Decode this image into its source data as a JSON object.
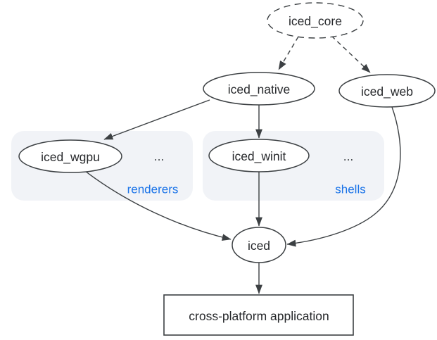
{
  "diagram": {
    "nodes": {
      "core": {
        "label": "iced_core",
        "shape": "ellipse-dashed"
      },
      "native": {
        "label": "iced_native",
        "shape": "ellipse"
      },
      "web": {
        "label": "iced_web",
        "shape": "ellipse"
      },
      "wgpu": {
        "label": "iced_wgpu",
        "shape": "ellipse"
      },
      "winit": {
        "label": "iced_winit",
        "shape": "ellipse"
      },
      "iced": {
        "label": "iced",
        "shape": "ellipse"
      },
      "app": {
        "label": "cross-platform application",
        "shape": "rect"
      }
    },
    "groups": {
      "renderers": {
        "label": "renderers",
        "more": "..."
      },
      "shells": {
        "label": "shells",
        "more": "..."
      }
    },
    "edges": [
      {
        "from": "iced_core",
        "to": "iced_native",
        "style": "dashed"
      },
      {
        "from": "iced_core",
        "to": "iced_web",
        "style": "dashed"
      },
      {
        "from": "iced_native",
        "to": "iced_wgpu",
        "style": "solid"
      },
      {
        "from": "iced_native",
        "to": "iced_winit",
        "style": "solid"
      },
      {
        "from": "iced_wgpu",
        "to": "iced",
        "style": "solid"
      },
      {
        "from": "iced_winit",
        "to": "iced",
        "style": "solid"
      },
      {
        "from": "iced_web",
        "to": "iced",
        "style": "solid"
      },
      {
        "from": "iced",
        "to": "cross-platform application",
        "style": "solid"
      }
    ],
    "colors": {
      "edge": "#3c4043",
      "node_stroke": "#3c4043",
      "node_fill": "#ffffff",
      "text": "#27292c",
      "group_fill": "#f1f3f7",
      "group_label": "#1a73e8",
      "background": "#ffffff"
    }
  }
}
